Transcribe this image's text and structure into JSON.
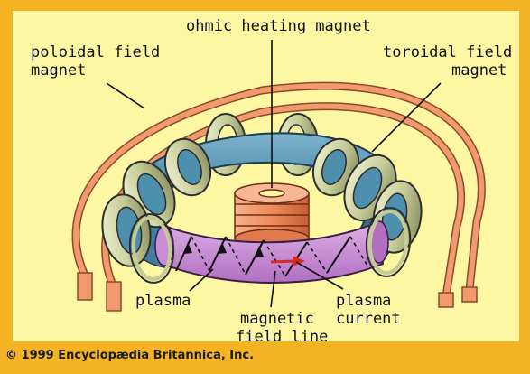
{
  "labels": {
    "ohmic": "ohmic heating magnet",
    "poloidal_1": "poloidal field",
    "poloidal_2": "magnet",
    "toroidal_1": "toroidal field",
    "toroidal_2": "magnet",
    "plasma": "plasma",
    "magnetic_1": "magnetic",
    "magnetic_2": "field line",
    "current_1": "plasma",
    "current_2": "current"
  },
  "copyright": "© 1999 Encyclopædia Britannica, Inc.",
  "colors": {
    "background": "#fdf6a3",
    "border": "#f3b323",
    "torus": "#4f8fae",
    "coil": "#c9cf9e",
    "copper": "#f08a5a",
    "plasma": "#c98ad6",
    "current_arrow": "#d62828"
  }
}
